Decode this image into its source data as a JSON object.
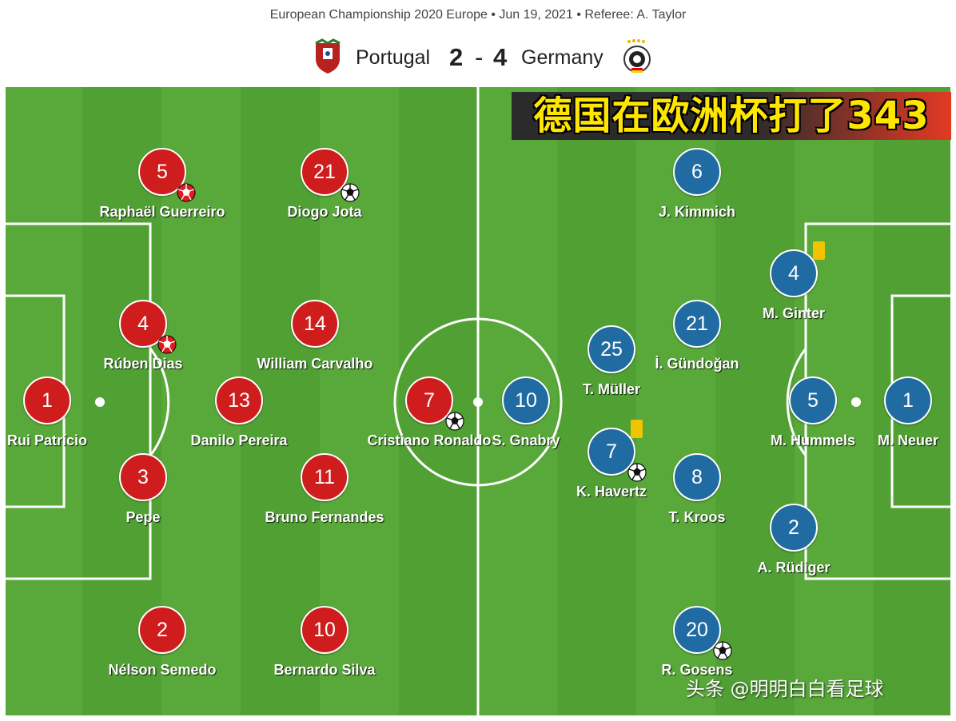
{
  "header": {
    "meta": "European Championship 2020 Europe • Jun 19, 2021 • Referee: A. Taylor",
    "home_team": "Portugal",
    "home_goals": "2",
    "separator": "-",
    "away_goals": "4",
    "away_team": "Germany"
  },
  "banner": {
    "text": "德国在欧洲杯打了343"
  },
  "watermark": "头条 @明明白白看足球",
  "colors": {
    "portugal": "#cf1d1d",
    "germany": "#1f6ba2",
    "pitch": "#59a83a",
    "card": "#f2c300",
    "banner_text": "#ffe600"
  },
  "portugal": [
    {
      "number": "1",
      "name": "Rui Patrício"
    },
    {
      "number": "5",
      "name": "Raphaël Guerreiro",
      "event": "own-goal"
    },
    {
      "number": "4",
      "name": "Rúben Dias",
      "event": "own-goal"
    },
    {
      "number": "3",
      "name": "Pepe"
    },
    {
      "number": "2",
      "name": "Nélson Semedo"
    },
    {
      "number": "21",
      "name": "Diogo Jota",
      "event": "goal"
    },
    {
      "number": "14",
      "name": "William Carvalho"
    },
    {
      "number": "13",
      "name": "Danilo Pereira"
    },
    {
      "number": "11",
      "name": "Bruno Fernandes"
    },
    {
      "number": "10",
      "name": "Bernardo Silva"
    },
    {
      "number": "7",
      "name": "Cristiano Ronaldo",
      "event": "goal"
    }
  ],
  "germany": [
    {
      "number": "10",
      "name": "S. Gnabry"
    },
    {
      "number": "25",
      "name": "T. Müller"
    },
    {
      "number": "7",
      "name": "K. Havertz",
      "event": "goal",
      "card": "yellow"
    },
    {
      "number": "6",
      "name": "J. Kimmich"
    },
    {
      "number": "21",
      "name": "İ. Gündoğan"
    },
    {
      "number": "8",
      "name": "T. Kroos"
    },
    {
      "number": "20",
      "name": "R. Gosens",
      "event": "goal"
    },
    {
      "number": "4",
      "name": "M. Ginter",
      "card": "yellow"
    },
    {
      "number": "5",
      "name": "M. Hummels"
    },
    {
      "number": "2",
      "name": "A. Rüdiger"
    },
    {
      "number": "1",
      "name": "M. Neuer"
    }
  ]
}
